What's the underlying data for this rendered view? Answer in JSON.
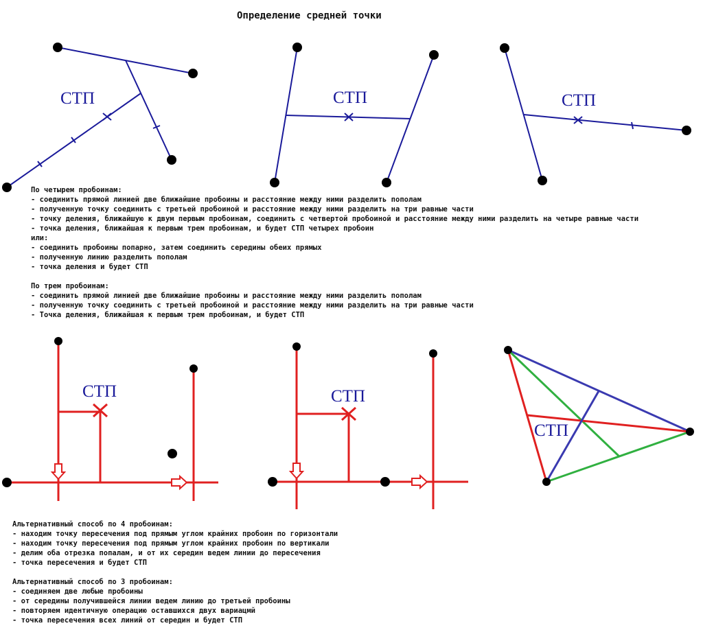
{
  "title": "Определение средней точки",
  "label": "СТП",
  "colors": {
    "blue": "#1a1a9a",
    "red": "#e02020",
    "green": "#30b040"
  },
  "four_holes": {
    "heading": "По четырем пробоинам:",
    "lines": [
      "- соединить прямой линией две ближайшие пробоины и расстояние между ними разделить пополам",
      "- полученную точку соединить с третьей пробоиной и расстояние между ними разделить на три равные части",
      "- точку деления, ближайшую к двум первым пробоинам, соединить с четвертой пробоиной и расстояние между ними разделить на четыре равные части",
      "- точка деления, ближайшая к первым трем пробоинам, и будет СТП четырех пробоин"
    ],
    "or": "или:",
    "alt_lines": [
      "- соединить пробоины попарно, затем соединить середины обеих прямых",
      "- полученную линию разделить пополам",
      "- точка деления и будет СТП"
    ]
  },
  "three_holes": {
    "heading": "По трем пробоинам:",
    "lines": [
      "- соединить прямой линией две ближайшие пробоины и расстояние между ними разделить пополам",
      "- полученную точку соединить с третьей пробоиной и расстояние между ними разделить на три равные части",
      "- Точка деления, ближайшая к первым трем пробоинам, и будет СТП"
    ]
  },
  "alt4": {
    "heading": "Альтернативный способ по 4 пробоинам:",
    "lines": [
      "- находим точку пересечения под прямым углом крайних пробоин по горизонтали",
      "- находим точку пересечения под прямым углом крайних пробоин по вертикали",
      "- делим оба отрезка попалам, и от их середин ведем линии до пересечения",
      "- точка пересечения и будет СТП"
    ]
  },
  "alt3": {
    "heading": "Альтернативный способ по 3 пробоинам:",
    "lines": [
      "- соединяем две любые пробоины",
      "- от середины получившейся линии ведем линию до третьей пробоины",
      "- повторяем идентичную операцию оставшихся двух вариацмй",
      "- точка пересечения всех линий от середин и будет СТП"
    ]
  }
}
